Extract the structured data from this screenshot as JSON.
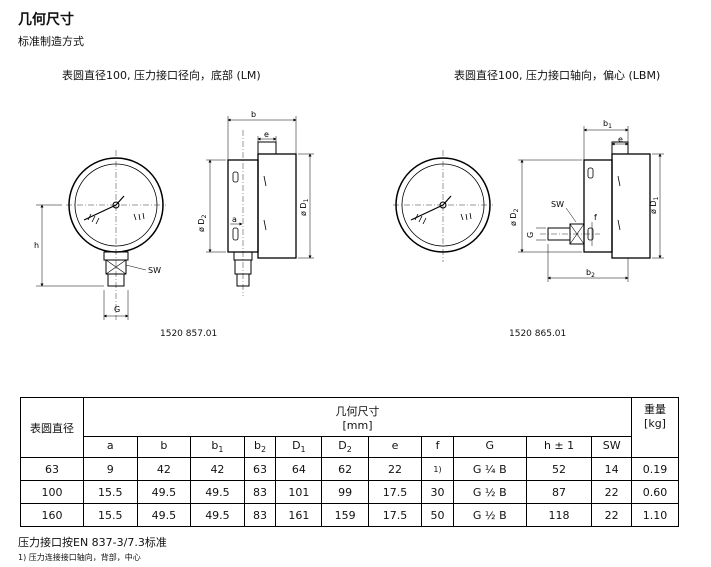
{
  "header": {
    "title": "几何尺寸",
    "subtitle": "标准制造方式"
  },
  "drawings": {
    "left": {
      "caption": "表圆直径100, 压力接口径向，底部 (LM)",
      "drawing_number": "1520 857.01",
      "labels": {
        "b": "b",
        "e": "e",
        "a": "a",
        "h": "h",
        "sw": "SW",
        "g": "G",
        "d1": "ø D",
        "d2": "ø D"
      }
    },
    "right": {
      "caption": "表圆直径100, 压力接口轴向，偏心 (LBM)",
      "drawing_number": "1520 865.01",
      "labels": {
        "b1": "b",
        "e": "e",
        "f": "f",
        "b2": "b",
        "sw": "SW",
        "g": "G",
        "d1": "ø D",
        "d2": "ø D"
      }
    }
  },
  "table": {
    "col_nominal": "表圆直径",
    "group_title": "几何尺寸",
    "group_unit": "[mm]",
    "col_weight": "重量",
    "col_weight_unit": "[kg]",
    "columns": [
      "a",
      "b",
      "b",
      "b",
      "D",
      "D",
      "e",
      "f",
      "G",
      "h ± 1",
      "SW"
    ],
    "subscripts": [
      "",
      "",
      "1",
      "2",
      "1",
      "2",
      "",
      "",
      "",
      "",
      ""
    ],
    "rows": [
      [
        "63",
        "9",
        "42",
        "42",
        "63",
        "64",
        "62",
        "22",
        "1)",
        "G ¼ B",
        "52",
        "14",
        "0.19"
      ],
      [
        "100",
        "15.5",
        "49.5",
        "49.5",
        "83",
        "101",
        "99",
        "17.5",
        "30",
        "G ½ B",
        "87",
        "22",
        "0.60"
      ],
      [
        "160",
        "15.5",
        "49.5",
        "49.5",
        "83",
        "161",
        "159",
        "17.5",
        "50",
        "G ½ B",
        "118",
        "22",
        "1.10"
      ]
    ]
  },
  "notes": {
    "line1": "压力接口按EN 837-3/7.3标准",
    "line2": "1) 压力连接接口轴向，背部，中心"
  }
}
